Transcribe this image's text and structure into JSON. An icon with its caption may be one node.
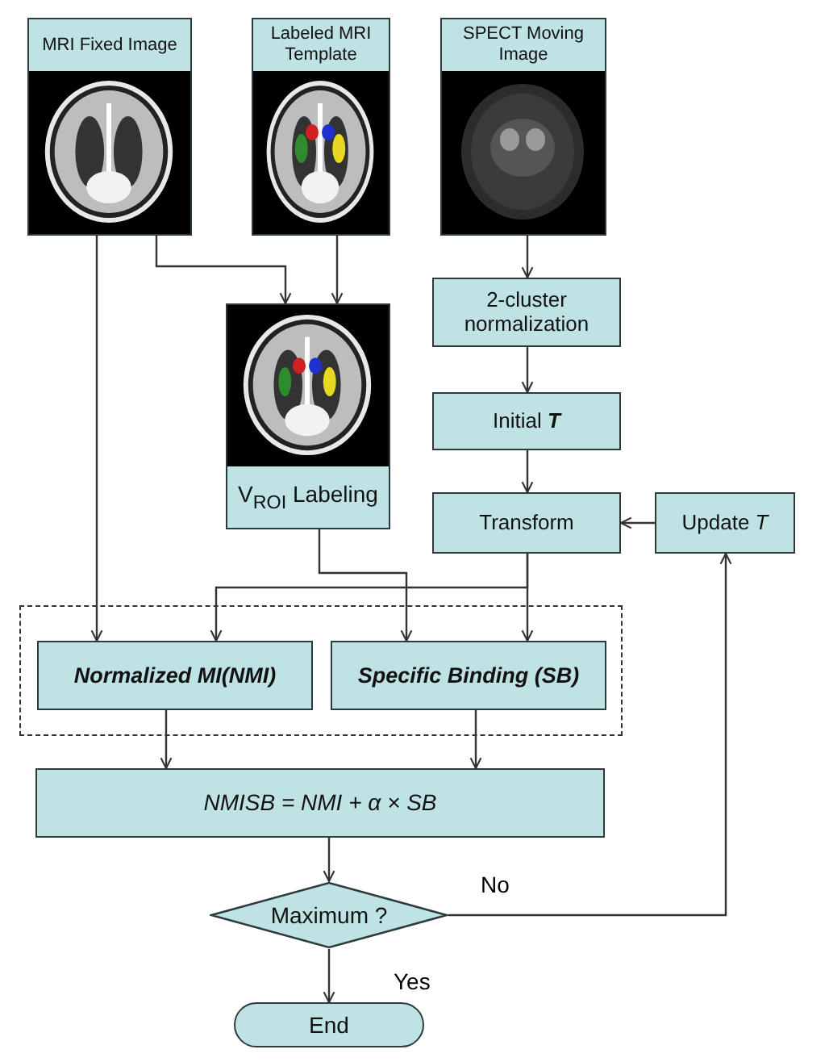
{
  "diagram": {
    "nodes": [
      {
        "text": [
          "MRI Fixed Image"
        ]
      },
      {
        "text": [
          "Labeled MRI Template"
        ]
      },
      {
        "text": [
          "SPECT Moving Image"
        ]
      },
      {
        "text": [
          "V$_{ROI}$ Labeling"
        ]
      },
      {
        "text": [
          "2-cluster normalization"
        ]
      },
      {
        "text": [
          "Initial **T**"
        ]
      },
      {
        "text": [
          "Transform"
        ]
      },
      {
        "text": [
          "Update *T*"
        ]
      },
      {
        "text": [],
        "shape": "box"
      },
      {
        "text": [
          "Normalized MI(NMI)"
        ],
        "in": 8
      },
      {
        "text": [
          "Specific Binding (SB)"
        ],
        "in": 8
      },
      {
        "text": [
          "NMISB = NMI + α × SB"
        ]
      },
      {
        "text": [
          "Maximum ?"
        ]
      },
      {
        "text": [
          "End"
        ]
      }
    ],
    "edges": [
      {
        "from": 0,
        "to": 9,
        "arrow": "to"
      },
      {
        "from": 0,
        "to": 3,
        "arrow": "to"
      },
      {
        "from": 1,
        "to": 3,
        "arrow": "to"
      },
      {
        "from": 2,
        "to": 4,
        "arrow": "to"
      },
      {
        "from": 4,
        "to": 5,
        "arrow": "to"
      },
      {
        "from": 5,
        "to": 6,
        "arrow": "to"
      },
      {
        "from": 7,
        "to": 6,
        "arrow": "to"
      },
      {
        "from": 3,
        "to": 10,
        "arrow": "to"
      },
      {
        "from": 6,
        "to": 9,
        "arrow": "to"
      },
      {
        "from": 6,
        "to": 10,
        "arrow": "to"
      },
      {
        "from": 9,
        "to": 11,
        "arrow": "to"
      },
      {
        "from": 10,
        "to": 11,
        "arrow": "to"
      },
      {
        "from": 11,
        "to": 12,
        "arrow": "to"
      },
      {
        "from": 12,
        "to": 13,
        "label": "Yes",
        "arrow": "to"
      },
      {
        "from": 12,
        "to": 7,
        "label": "No",
        "arrow": "to"
      }
    ]
  }
}
